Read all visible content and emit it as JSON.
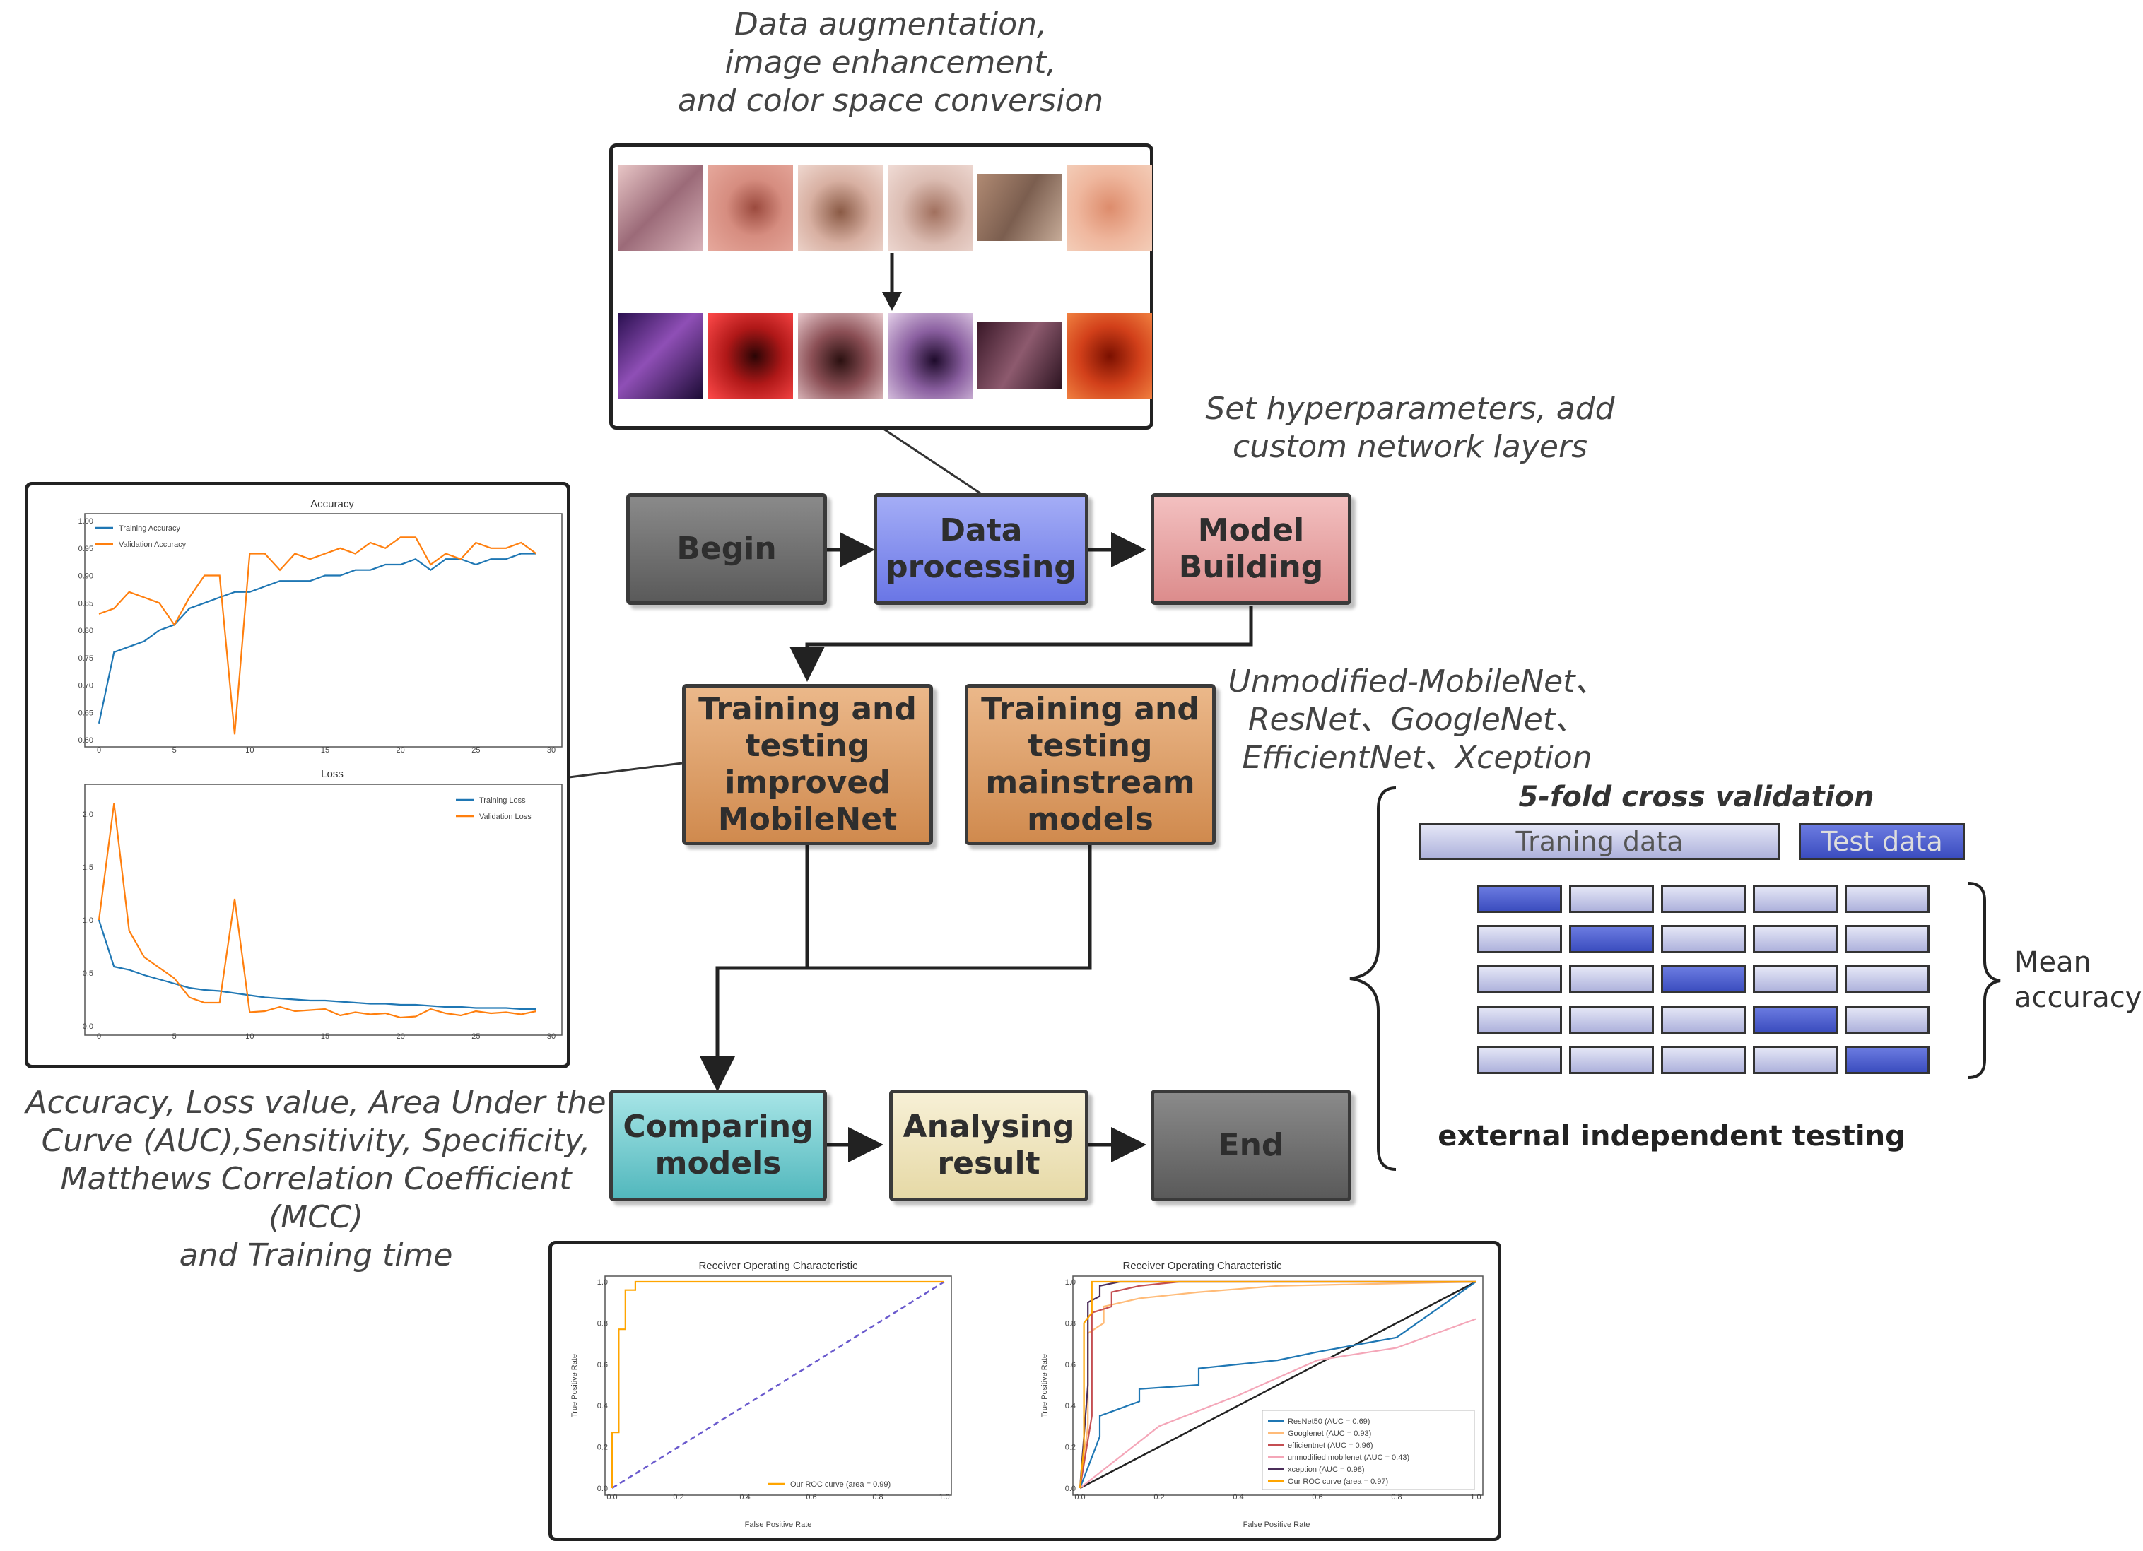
{
  "notes": {
    "augmentation": [
      "Data augmentation,",
      "image enhancement,",
      "and color space conversion"
    ],
    "hyperparams": [
      "Set hyperparameters, add",
      "custom network layers"
    ],
    "models": [
      "Unmodified-MobileNet、",
      "ResNet、GoogleNet、",
      "EfficientNet、Xception"
    ],
    "metrics": [
      "Accuracy, Loss value, Area Under the",
      "Curve (AUC),Sensitivity, Specificity,",
      "Matthews Correlation Coefficient (MCC)",
      "and Training time"
    ]
  },
  "flow": {
    "begin": "Begin",
    "data_processing": [
      "Data",
      "processing"
    ],
    "model_building": [
      "Model",
      "Building"
    ],
    "train_improved": [
      "Training and",
      "testing",
      "improved",
      "MobileNet"
    ],
    "train_mainstream": [
      "Training and",
      "testing",
      "mainstream",
      "models"
    ],
    "comparing": [
      "Comparing",
      "models"
    ],
    "analysing": [
      "Analysing",
      "result"
    ],
    "end": "End"
  },
  "cv": {
    "title": "5-fold cross validation",
    "training_label": "Traning data",
    "test_label": "Test data",
    "mean": [
      "Mean",
      "accuracy"
    ],
    "external": "external independent testing"
  },
  "colors": {
    "begin": "#6e6e6e",
    "data_processing": "#7f8af0",
    "model_building": "#e79b9b",
    "training": "#d99a5f",
    "comparing": "#5fc3c7",
    "analysing": "#eee3b8",
    "end": "#6e6e6e",
    "accuracy_train": "#1f77b4",
    "accuracy_val": "#ff7f0e"
  },
  "accuracy_chart": {
    "title": "Accuracy",
    "legend": [
      "Training Accuracy",
      "Validation Accuracy"
    ],
    "yticks": [
      "1.00",
      "0.95",
      "0.90",
      "0.85",
      "0.80",
      "0.75",
      "0.70",
      "0.65",
      "0.60"
    ],
    "xticks": [
      "0",
      "5",
      "10",
      "15",
      "20",
      "25",
      "30"
    ]
  },
  "loss_chart": {
    "title": "Loss",
    "legend": [
      "Training Loss",
      "Validation Loss"
    ],
    "yticks": [
      "2.0",
      "1.5",
      "1.0",
      "0.5",
      "0.0"
    ],
    "xticks": [
      "0",
      "5",
      "10",
      "15",
      "20",
      "25",
      "30"
    ]
  },
  "roc_left": {
    "title": "Receiver Operating Characteristic",
    "legend": "Our ROC curve (area = 0.99)",
    "xlabel": "False Positive Rate",
    "ylabel": "True Positive Rate",
    "ticks": [
      "0.0",
      "0.2",
      "0.4",
      "0.6",
      "0.8",
      "1.0"
    ]
  },
  "roc_right": {
    "title": "Receiver Operating Characteristic",
    "legend": [
      "ResNet50 (AUC = 0.69)",
      "Googlenet (AUC = 0.93)",
      "efficientnet (AUC = 0.96)",
      "unmodified mobilenet (AUC = 0.43)",
      "xception (AUC = 0.98)",
      "Our ROC curve (area = 0.97)"
    ],
    "xlabel": "False Positive Rate",
    "ylabel": "True Positive Rate",
    "ticks": [
      "0.0",
      "0.2",
      "0.4",
      "0.6",
      "0.8",
      "1.0"
    ]
  },
  "chart_data": [
    {
      "type": "line",
      "title": "Accuracy",
      "x": [
        0,
        1,
        2,
        3,
        4,
        5,
        6,
        7,
        8,
        9,
        10,
        11,
        12,
        13,
        14,
        15,
        16,
        17,
        18,
        19,
        20,
        21,
        22,
        23,
        24,
        25,
        26,
        27,
        28,
        29
      ],
      "ylim": [
        0.6,
        1.0
      ],
      "series": [
        {
          "name": "Training Accuracy",
          "values": [
            0.63,
            0.76,
            0.77,
            0.78,
            0.8,
            0.81,
            0.84,
            0.85,
            0.86,
            0.87,
            0.87,
            0.88,
            0.89,
            0.89,
            0.89,
            0.9,
            0.9,
            0.91,
            0.91,
            0.92,
            0.92,
            0.93,
            0.91,
            0.93,
            0.93,
            0.92,
            0.93,
            0.93,
            0.94,
            0.94
          ]
        },
        {
          "name": "Validation Accuracy",
          "values": [
            0.83,
            0.84,
            0.87,
            0.86,
            0.85,
            0.81,
            0.86,
            0.9,
            0.9,
            0.61,
            0.94,
            0.94,
            0.91,
            0.94,
            0.93,
            0.94,
            0.95,
            0.94,
            0.96,
            0.95,
            0.97,
            0.97,
            0.92,
            0.94,
            0.93,
            0.96,
            0.95,
            0.95,
            0.96,
            0.94
          ]
        }
      ]
    },
    {
      "type": "line",
      "title": "Loss",
      "x": [
        0,
        1,
        2,
        3,
        4,
        5,
        6,
        7,
        8,
        9,
        10,
        11,
        12,
        13,
        14,
        15,
        16,
        17,
        18,
        19,
        20,
        21,
        22,
        23,
        24,
        25,
        26,
        27,
        28,
        29
      ],
      "ylim": [
        0.0,
        2.2
      ],
      "series": [
        {
          "name": "Training Loss",
          "values": [
            1.0,
            0.56,
            0.53,
            0.48,
            0.44,
            0.4,
            0.36,
            0.34,
            0.33,
            0.31,
            0.29,
            0.27,
            0.26,
            0.25,
            0.24,
            0.24,
            0.23,
            0.22,
            0.21,
            0.21,
            0.2,
            0.2,
            0.19,
            0.18,
            0.18,
            0.17,
            0.17,
            0.17,
            0.16,
            0.16
          ]
        },
        {
          "name": "Validation Loss",
          "values": [
            1.0,
            2.1,
            0.9,
            0.65,
            0.55,
            0.45,
            0.27,
            0.22,
            0.22,
            1.2,
            0.13,
            0.14,
            0.18,
            0.14,
            0.15,
            0.16,
            0.1,
            0.13,
            0.11,
            0.12,
            0.08,
            0.09,
            0.16,
            0.12,
            0.1,
            0.14,
            0.12,
            0.13,
            0.11,
            0.14
          ]
        }
      ]
    },
    {
      "type": "line",
      "title": "Receiver Operating Characteristic",
      "xlim": [
        0,
        1
      ],
      "ylim": [
        0,
        1
      ],
      "series": [
        {
          "name": "Our ROC curve (area = 0.99)",
          "x": [
            0,
            0,
            0.02,
            0.02,
            0.04,
            0.04,
            0.07,
            0.07,
            1.0
          ],
          "y": [
            0,
            0.27,
            0.27,
            0.77,
            0.77,
            0.96,
            0.96,
            1.0,
            1.0
          ]
        }
      ]
    },
    {
      "type": "line",
      "title": "Receiver Operating Characteristic",
      "xlim": [
        0,
        1
      ],
      "ylim": [
        0,
        1
      ],
      "series": [
        {
          "name": "ResNet50 (AUC = 0.69)",
          "x": [
            0,
            0.05,
            0.05,
            0.15,
            0.15,
            0.3,
            0.3,
            0.5,
            0.6,
            0.8,
            1.0
          ],
          "y": [
            0,
            0.25,
            0.35,
            0.42,
            0.48,
            0.5,
            0.58,
            0.62,
            0.66,
            0.73,
            1.0
          ]
        },
        {
          "name": "Googlenet (AUC = 0.93)",
          "x": [
            0,
            0.02,
            0.02,
            0.06,
            0.06,
            0.15,
            0.3,
            0.5,
            1.0
          ],
          "y": [
            0,
            0.3,
            0.75,
            0.8,
            0.88,
            0.92,
            0.95,
            0.98,
            1.0
          ]
        },
        {
          "name": "efficientnet (AUC = 0.96)",
          "x": [
            0,
            0.03,
            0.03,
            0.08,
            0.08,
            0.15,
            0.25,
            1.0
          ],
          "y": [
            0,
            0.35,
            0.85,
            0.88,
            0.95,
            0.98,
            1.0,
            1.0
          ]
        },
        {
          "name": "unmodified mobilenet (AUC = 0.43)",
          "x": [
            0,
            0.2,
            0.4,
            0.6,
            0.8,
            1.0
          ],
          "y": [
            0,
            0.3,
            0.45,
            0.62,
            0.68,
            0.82
          ]
        },
        {
          "name": "xception (AUC = 0.98)",
          "x": [
            0,
            0.02,
            0.02,
            0.05,
            0.05,
            0.1,
            1.0
          ],
          "y": [
            0,
            0.5,
            0.9,
            0.93,
            0.98,
            1.0,
            1.0
          ]
        },
        {
          "name": "Our ROC curve (area = 0.97)",
          "x": [
            0,
            0.01,
            0.01,
            0.03,
            0.03,
            1.0
          ],
          "y": [
            0,
            0.2,
            0.8,
            0.85,
            1.0,
            1.0
          ]
        }
      ]
    }
  ]
}
